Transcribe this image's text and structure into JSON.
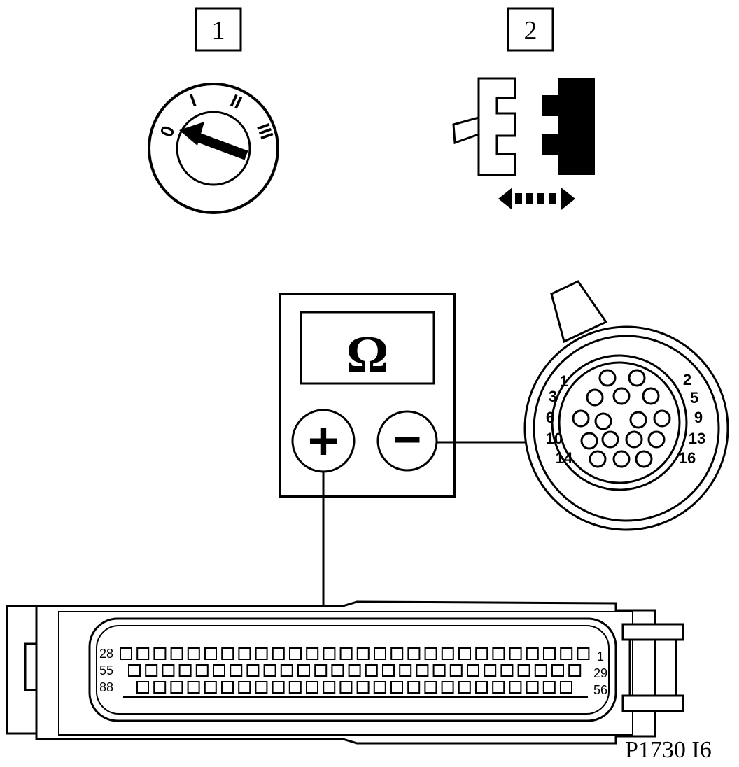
{
  "step_labels": [
    "1",
    "2"
  ],
  "meter": {
    "symbol": "Ω",
    "plus": "+",
    "minus": "−"
  },
  "ignition": {
    "positions": [
      "0",
      "I",
      "II",
      "III"
    ]
  },
  "round_connector": {
    "pins": [
      "1",
      "2",
      "3",
      "5",
      "6",
      "9",
      "10",
      "13",
      "14",
      "16"
    ]
  },
  "ecu_connector": {
    "row_labels_left": [
      "28",
      "55",
      "88"
    ],
    "row_labels_right": [
      "1",
      "29",
      "56"
    ]
  },
  "figure_code": "P1730 I6",
  "colors": {
    "ink": "#000000",
    "paper": "#ffffff"
  }
}
